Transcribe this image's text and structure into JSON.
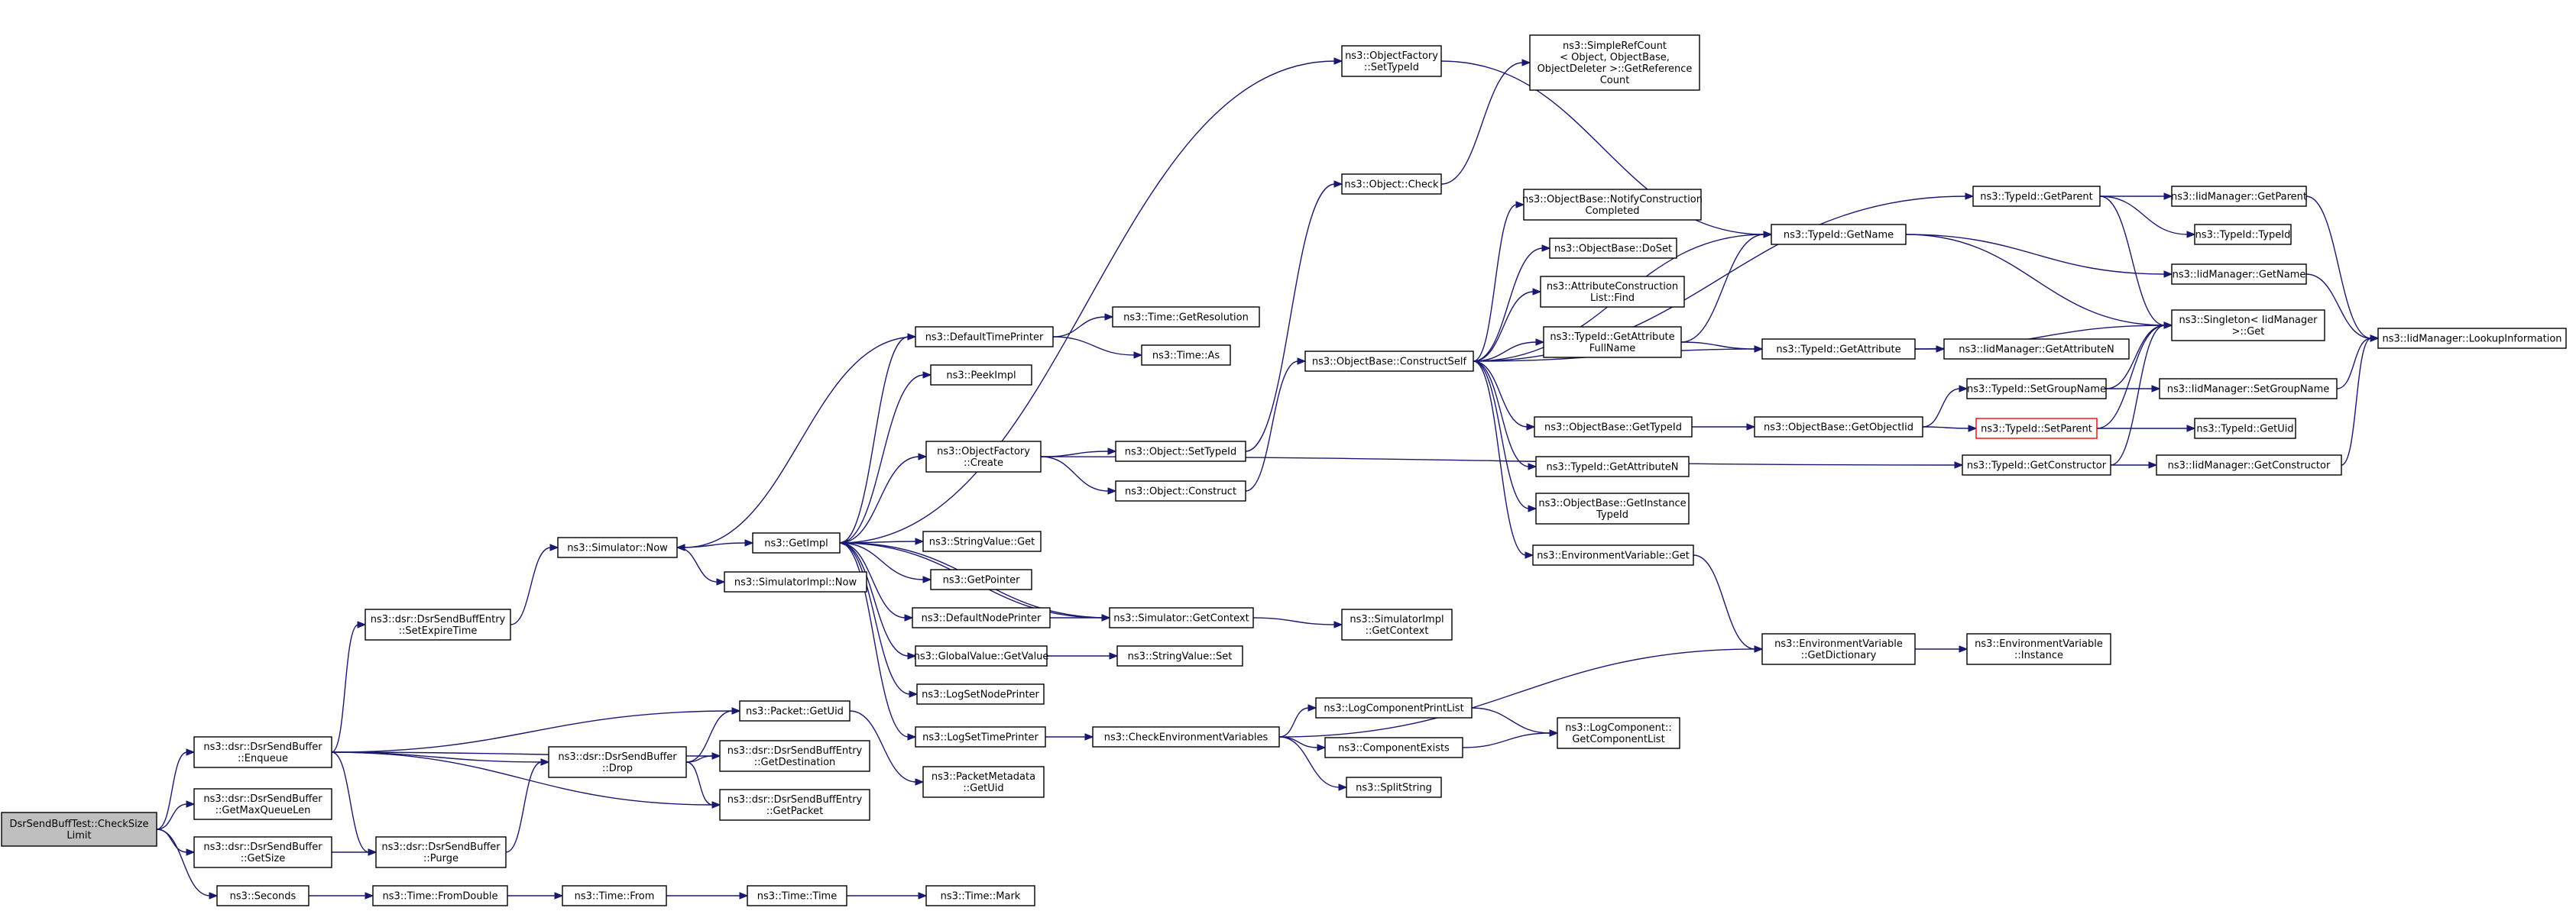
{
  "graph": {
    "edge_color": "#191970",
    "root_fill": "#bfbfbf",
    "highlight_border": "#ff0000",
    "nodes": [
      {
        "id": "root",
        "lines": [
          "DsrSendBuffTest::CheckSize",
          "Limit"
        ],
        "style": "root"
      },
      {
        "id": "enqueue",
        "lines": [
          "ns3::dsr::DsrSendBuffer",
          "::Enqueue"
        ]
      },
      {
        "id": "getmaxq",
        "lines": [
          "ns3::dsr::DsrSendBuffer",
          "::GetMaxQueueLen"
        ]
      },
      {
        "id": "getsize",
        "lines": [
          "ns3::dsr::DsrSendBuffer",
          "::GetSize"
        ]
      },
      {
        "id": "seconds",
        "lines": [
          "ns3::Seconds"
        ]
      },
      {
        "id": "setexpire",
        "lines": [
          "ns3::dsr::DsrSendBuffEntry",
          "::SetExpireTime"
        ]
      },
      {
        "id": "drop",
        "lines": [
          "ns3::dsr::DsrSendBuffer",
          "::Drop"
        ]
      },
      {
        "id": "purge",
        "lines": [
          "ns3::dsr::DsrSendBuffer",
          "::Purge"
        ]
      },
      {
        "id": "fromdouble",
        "lines": [
          "ns3::Time::FromDouble"
        ]
      },
      {
        "id": "simnow",
        "lines": [
          "ns3::Simulator::Now"
        ]
      },
      {
        "id": "getimpl",
        "lines": [
          "ns3::GetImpl"
        ]
      },
      {
        "id": "simimplnow",
        "lines": [
          "ns3::SimulatorImpl::Now"
        ]
      },
      {
        "id": "getuid",
        "lines": [
          "ns3::Packet::GetUid"
        ]
      },
      {
        "id": "getdest",
        "lines": [
          "ns3::dsr::DsrSendBuffEntry",
          "::GetDestination"
        ]
      },
      {
        "id": "getpacket",
        "lines": [
          "ns3::dsr::DsrSendBuffEntry",
          "::GetPacket"
        ]
      },
      {
        "id": "pmgetuid",
        "lines": [
          "ns3::PacketMetadata",
          "::GetUid"
        ]
      },
      {
        "id": "timefrom",
        "lines": [
          "ns3::Time::From"
        ]
      },
      {
        "id": "timetime",
        "lines": [
          "ns3::Time::Time"
        ]
      },
      {
        "id": "timemark",
        "lines": [
          "ns3::Time::Mark"
        ]
      },
      {
        "id": "deftp",
        "lines": [
          "ns3::DefaultTimePrinter"
        ]
      },
      {
        "id": "peekimpl",
        "lines": [
          "ns3::PeekImpl"
        ]
      },
      {
        "id": "ofcreate",
        "lines": [
          "ns3::ObjectFactory",
          "::Create"
        ]
      },
      {
        "id": "svget",
        "lines": [
          "ns3::StringValue::Get"
        ]
      },
      {
        "id": "getpointer",
        "lines": [
          "ns3::GetPointer"
        ]
      },
      {
        "id": "defnp",
        "lines": [
          "ns3::DefaultNodePrinter"
        ]
      },
      {
        "id": "gvgetvalue",
        "lines": [
          "ns3::GlobalValue::GetValue"
        ]
      },
      {
        "id": "logsetnp",
        "lines": [
          "ns3::LogSetNodePrinter"
        ]
      },
      {
        "id": "logsettp",
        "lines": [
          "ns3::LogSetTimePrinter"
        ]
      },
      {
        "id": "getres",
        "lines": [
          "ns3::Time::GetResolution"
        ]
      },
      {
        "id": "timeas",
        "lines": [
          "ns3::Time::As"
        ]
      },
      {
        "id": "objsettypeid",
        "lines": [
          "ns3::Object::SetTypeId"
        ]
      },
      {
        "id": "objconstruct",
        "lines": [
          "ns3::Object::Construct"
        ]
      },
      {
        "id": "simgetctx",
        "lines": [
          "ns3::Simulator::GetContext"
        ]
      },
      {
        "id": "svset",
        "lines": [
          "ns3::StringValue::Set"
        ]
      },
      {
        "id": "checkenv",
        "lines": [
          "ns3::CheckEnvironmentVariables"
        ]
      },
      {
        "id": "simimplgetctx",
        "lines": [
          "ns3::SimulatorImpl",
          "::GetContext"
        ]
      },
      {
        "id": "ofsettypeid",
        "lines": [
          "ns3::ObjectFactory",
          "::SetTypeId"
        ]
      },
      {
        "id": "objcheck",
        "lines": [
          "ns3::Object::Check"
        ]
      },
      {
        "id": "obconstructself",
        "lines": [
          "ns3::ObjectBase::ConstructSelf"
        ]
      },
      {
        "id": "logcpl",
        "lines": [
          "ns3::LogComponentPrintList"
        ]
      },
      {
        "id": "compexists",
        "lines": [
          "ns3::ComponentExists"
        ]
      },
      {
        "id": "splitstring",
        "lines": [
          "ns3::SplitString"
        ]
      },
      {
        "id": "simplerefcount",
        "lines": [
          "ns3::SimpleRefCount",
          "< Object, ObjectBase,",
          "ObjectDeleter >::GetReference",
          "Count"
        ]
      },
      {
        "id": "obnotify",
        "lines": [
          "ns3::ObjectBase::NotifyConstruction",
          "Completed"
        ]
      },
      {
        "id": "obdoset",
        "lines": [
          "ns3::ObjectBase::DoSet"
        ]
      },
      {
        "id": "attrconstr",
        "lines": [
          "ns3::AttributeConstruction",
          "List::Find"
        ]
      },
      {
        "id": "tidgetattrfull",
        "lines": [
          "ns3::TypeId::GetAttribute",
          "FullName"
        ]
      },
      {
        "id": "obgettypeid",
        "lines": [
          "ns3::ObjectBase::GetTypeId"
        ]
      },
      {
        "id": "tidgetattrn",
        "lines": [
          "ns3::TypeId::GetAttributeN"
        ]
      },
      {
        "id": "obgetinst",
        "lines": [
          "ns3::ObjectBase::GetInstance",
          "TypeId"
        ]
      },
      {
        "id": "envget",
        "lines": [
          "ns3::EnvironmentVariable::Get"
        ]
      },
      {
        "id": "lcgetlist",
        "lines": [
          "ns3::LogComponent::",
          "GetComponentList"
        ]
      },
      {
        "id": "tidgetname",
        "lines": [
          "ns3::TypeId::GetName"
        ]
      },
      {
        "id": "tidgetattr",
        "lines": [
          "ns3::TypeId::GetAttribute"
        ]
      },
      {
        "id": "obgetobjtid",
        "lines": [
          "ns3::ObjectBase::GetObjectIid"
        ]
      },
      {
        "id": "envgetdict",
        "lines": [
          "ns3::EnvironmentVariable",
          "::GetDictionary"
        ]
      },
      {
        "id": "tidgetparent",
        "lines": [
          "ns3::TypeId::GetParent"
        ]
      },
      {
        "id": "tidsetgroup",
        "lines": [
          "ns3::TypeId::SetGroupName"
        ]
      },
      {
        "id": "tidsetparent",
        "lines": [
          "ns3::TypeId::SetParent"
        ],
        "style": "red"
      },
      {
        "id": "tidgetctor",
        "lines": [
          "ns3::TypeId::GetConstructor"
        ]
      },
      {
        "id": "envinstance",
        "lines": [
          "ns3::EnvironmentVariable",
          "::Instance"
        ]
      },
      {
        "id": "iidgetattrn",
        "lines": [
          "ns3::IidManager::GetAttributeN"
        ]
      },
      {
        "id": "iidgetparent",
        "lines": [
          "ns3::IidManager::GetParent"
        ]
      },
      {
        "id": "tidtypeid",
        "lines": [
          "ns3::TypeId::TypeId"
        ]
      },
      {
        "id": "iidgetname",
        "lines": [
          "ns3::IidManager::GetName"
        ]
      },
      {
        "id": "singleton",
        "lines": [
          "ns3::Singleton< IidManager",
          ">::Get"
        ]
      },
      {
        "id": "iidsetgroup",
        "lines": [
          "ns3::IidManager::SetGroupName"
        ]
      },
      {
        "id": "tidgetuid",
        "lines": [
          "ns3::TypeId::GetUid"
        ]
      },
      {
        "id": "iidgetctor",
        "lines": [
          "ns3::IidManager::GetConstructor"
        ]
      },
      {
        "id": "iidlookup",
        "lines": [
          "ns3::IidManager::LookupInformation"
        ]
      }
    ],
    "edges": [
      [
        "root",
        "enqueue"
      ],
      [
        "root",
        "getmaxq"
      ],
      [
        "root",
        "getsize"
      ],
      [
        "root",
        "seconds"
      ],
      [
        "enqueue",
        "setexpire"
      ],
      [
        "enqueue",
        "getuid"
      ],
      [
        "enqueue",
        "drop"
      ],
      [
        "enqueue",
        "getdest"
      ],
      [
        "enqueue",
        "getpacket"
      ],
      [
        "enqueue",
        "purge"
      ],
      [
        "getsize",
        "purge"
      ],
      [
        "seconds",
        "fromdouble"
      ],
      [
        "purge",
        "drop"
      ],
      [
        "drop",
        "getuid"
      ],
      [
        "drop",
        "getdest"
      ],
      [
        "drop",
        "getpacket"
      ],
      [
        "setexpire",
        "simnow"
      ],
      [
        "fromdouble",
        "timefrom"
      ],
      [
        "timefrom",
        "timetime"
      ],
      [
        "timetime",
        "timemark"
      ],
      [
        "simnow",
        "getimpl"
      ],
      [
        "simnow",
        "simimplnow"
      ],
      [
        "getuid",
        "pmgetuid"
      ],
      [
        "getimpl",
        "deftp"
      ],
      [
        "getimpl",
        "peekimpl"
      ],
      [
        "getimpl",
        "ofcreate"
      ],
      [
        "getimpl",
        "svget"
      ],
      [
        "getimpl",
        "getpointer"
      ],
      [
        "getimpl",
        "defnp"
      ],
      [
        "getimpl",
        "gvgetvalue"
      ],
      [
        "getimpl",
        "logsetnp"
      ],
      [
        "getimpl",
        "logsettp"
      ],
      [
        "getimpl",
        "ofsettypeid"
      ],
      [
        "getimpl",
        "simgetctx"
      ],
      [
        "deftp",
        "simnow"
      ],
      [
        "deftp",
        "getres"
      ],
      [
        "deftp",
        "timeas"
      ],
      [
        "ofcreate",
        "objsettypeid"
      ],
      [
        "ofcreate",
        "objconstruct"
      ],
      [
        "ofcreate",
        "tidgetctor"
      ],
      [
        "defnp",
        "simgetctx"
      ],
      [
        "simgetctx",
        "getimpl"
      ],
      [
        "simgetctx",
        "simimplgetctx"
      ],
      [
        "gvgetvalue",
        "svset"
      ],
      [
        "logsettp",
        "checkenv"
      ],
      [
        "checkenv",
        "envgetdict"
      ],
      [
        "checkenv",
        "logcpl"
      ],
      [
        "checkenv",
        "compexists"
      ],
      [
        "checkenv",
        "splitstring"
      ],
      [
        "logcpl",
        "lcgetlist"
      ],
      [
        "compexists",
        "lcgetlist"
      ],
      [
        "objsettypeid",
        "objcheck"
      ],
      [
        "objconstruct",
        "obconstructself"
      ],
      [
        "objcheck",
        "simplerefcount"
      ],
      [
        "ofsettypeid",
        "tidgetname"
      ],
      [
        "obconstructself",
        "obnotify"
      ],
      [
        "obconstructself",
        "obdoset"
      ],
      [
        "obconstructself",
        "attrconstr"
      ],
      [
        "obconstructself",
        "tidgetattrfull"
      ],
      [
        "obconstructself",
        "obgettypeid"
      ],
      [
        "obconstructself",
        "tidgetattrn"
      ],
      [
        "obconstructself",
        "obgetinst"
      ],
      [
        "obconstructself",
        "envget"
      ],
      [
        "obconstructself",
        "tidgetname"
      ],
      [
        "obconstructself",
        "tidgetattr"
      ],
      [
        "obconstructself",
        "tidgetparent"
      ],
      [
        "tidgetattrfull",
        "tidgetattr"
      ],
      [
        "tidgetattrfull",
        "tidgetname"
      ],
      [
        "obgettypeid",
        "obgetobjtid"
      ],
      [
        "obgetobjtid",
        "tidsetgroup"
      ],
      [
        "obgetobjtid",
        "tidsetparent"
      ],
      [
        "envget",
        "envgetdict"
      ],
      [
        "envgetdict",
        "envinstance"
      ],
      [
        "tidgetname",
        "singleton"
      ],
      [
        "tidgetname",
        "iidgetname"
      ],
      [
        "tidgetattr",
        "singleton"
      ],
      [
        "tidgetattr",
        "iidgetattrn"
      ],
      [
        "tidgetparent",
        "iidgetparent"
      ],
      [
        "tidgetparent",
        "tidtypeid"
      ],
      [
        "tidgetparent",
        "singleton"
      ],
      [
        "tidsetgroup",
        "singleton"
      ],
      [
        "tidsetgroup",
        "iidsetgroup"
      ],
      [
        "tidsetparent",
        "singleton"
      ],
      [
        "tidsetparent",
        "tidgetuid"
      ],
      [
        "tidgetctor",
        "singleton"
      ],
      [
        "tidgetctor",
        "iidgetctor"
      ],
      [
        "iidgetparent",
        "iidlookup"
      ],
      [
        "iidgetname",
        "iidlookup"
      ],
      [
        "iidsetgroup",
        "iidlookup"
      ],
      [
        "iidgetctor",
        "iidlookup"
      ]
    ]
  }
}
